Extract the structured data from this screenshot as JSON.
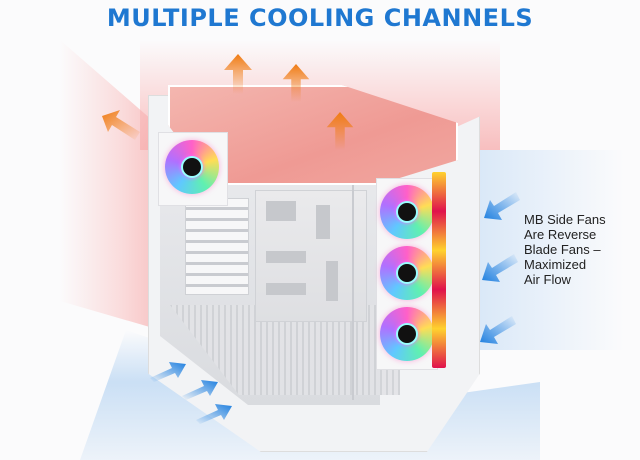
{
  "title": "MULTIPLE COOLING CHANNELS",
  "callout": {
    "lines": [
      "MB Side Fans",
      "Are Reverse",
      "Blade Fans –",
      "Maximized",
      "Air Flow"
    ]
  },
  "colors": {
    "title": "#1f78d1",
    "exhaust_arrow": "#f07b12",
    "intake_arrow": "#1e7fe0",
    "exhaust_zone": "#f4a8a6",
    "intake_zone": "#bcd8f3",
    "case_body": "#f2f3f5"
  },
  "arrows": {
    "exhaust": [
      {
        "name": "top-exhaust-arrow-1",
        "direction": "up"
      },
      {
        "name": "top-exhaust-arrow-2",
        "direction": "up"
      },
      {
        "name": "top-exhaust-arrow-3",
        "direction": "up"
      },
      {
        "name": "rear-exhaust-arrow",
        "direction": "up-left"
      }
    ],
    "intake": [
      {
        "name": "side-intake-arrow-1",
        "direction": "left"
      },
      {
        "name": "side-intake-arrow-2",
        "direction": "left"
      },
      {
        "name": "side-intake-arrow-3",
        "direction": "left"
      },
      {
        "name": "bottom-intake-arrow-1",
        "direction": "right"
      },
      {
        "name": "bottom-intake-arrow-2",
        "direction": "right"
      },
      {
        "name": "bottom-intake-arrow-3",
        "direction": "right"
      }
    ]
  },
  "fans": {
    "rear": 1,
    "side": 3
  }
}
